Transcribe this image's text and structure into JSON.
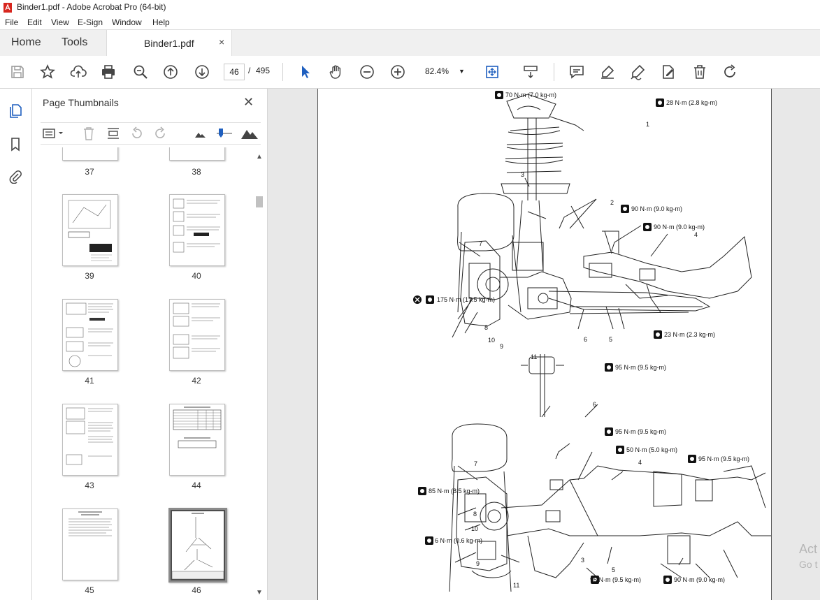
{
  "window": {
    "title": "Binder1.pdf - Adobe Acrobat Pro (64-bit)"
  },
  "menu": [
    "File",
    "Edit",
    "View",
    "E-Sign",
    "Window",
    "Help"
  ],
  "tabs": {
    "home": "Home",
    "tools": "Tools",
    "document": "Binder1.pdf",
    "close": "×"
  },
  "toolbar": {
    "page_current": "46",
    "page_separator": "/",
    "page_total": "495",
    "zoom": "82.4%"
  },
  "panel": {
    "title": "Page Thumbnails",
    "close": "✕",
    "thumbnails": [
      {
        "label": "37"
      },
      {
        "label": "38"
      },
      {
        "label": "39"
      },
      {
        "label": "40"
      },
      {
        "label": "41"
      },
      {
        "label": "42"
      },
      {
        "label": "43"
      },
      {
        "label": "44"
      },
      {
        "label": "45"
      },
      {
        "label": "46"
      }
    ]
  },
  "drawing": {
    "callouts": [
      "70 N·m (7.0 kg-m)",
      "28 N·m (2.8 kg-m)",
      "90 N·m (9.0 kg-m)",
      "90 N·m (9.0 kg-m)",
      "175 N·m (17.5 kg-m)",
      "23 N·m (2.3 kg-m)",
      "95 N·m (9.5 kg-m)",
      "95 N·m (9.5 kg-m)",
      "50 N·m (5.0 kg-m)",
      "95 N·m (9.5 kg-m)",
      "85 N·m (8.5 kg-m)",
      "6 N·m (0.6 kg-m)",
      "95 N·m (9.5 kg-m)",
      "90 N·m (9.0 kg-m)"
    ],
    "part_numbers": [
      "1",
      "2",
      "3",
      "4",
      "7",
      "8",
      "10",
      "9",
      "11",
      "6",
      "5",
      "6",
      "7",
      "4",
      "8",
      "10",
      "9",
      "11",
      "3",
      "5"
    ]
  },
  "overlay": {
    "line1": "Act",
    "line2": "Go t"
  },
  "icons": [
    "acrobat-logo-icon",
    "save-icon",
    "bookmark-star-icon",
    "upload-icon",
    "print-icon",
    "search-zoom-icon",
    "prev-page-icon",
    "next-page-icon",
    "select-cursor-icon",
    "hand-tool-icon",
    "zoom-out-icon",
    "zoom-in-icon",
    "fit-page-icon",
    "scroll-mode-icon",
    "comment-icon",
    "highlight-icon",
    "sign-icon",
    "edit-pdf-icon",
    "delete-icon",
    "rotate-icon"
  ]
}
